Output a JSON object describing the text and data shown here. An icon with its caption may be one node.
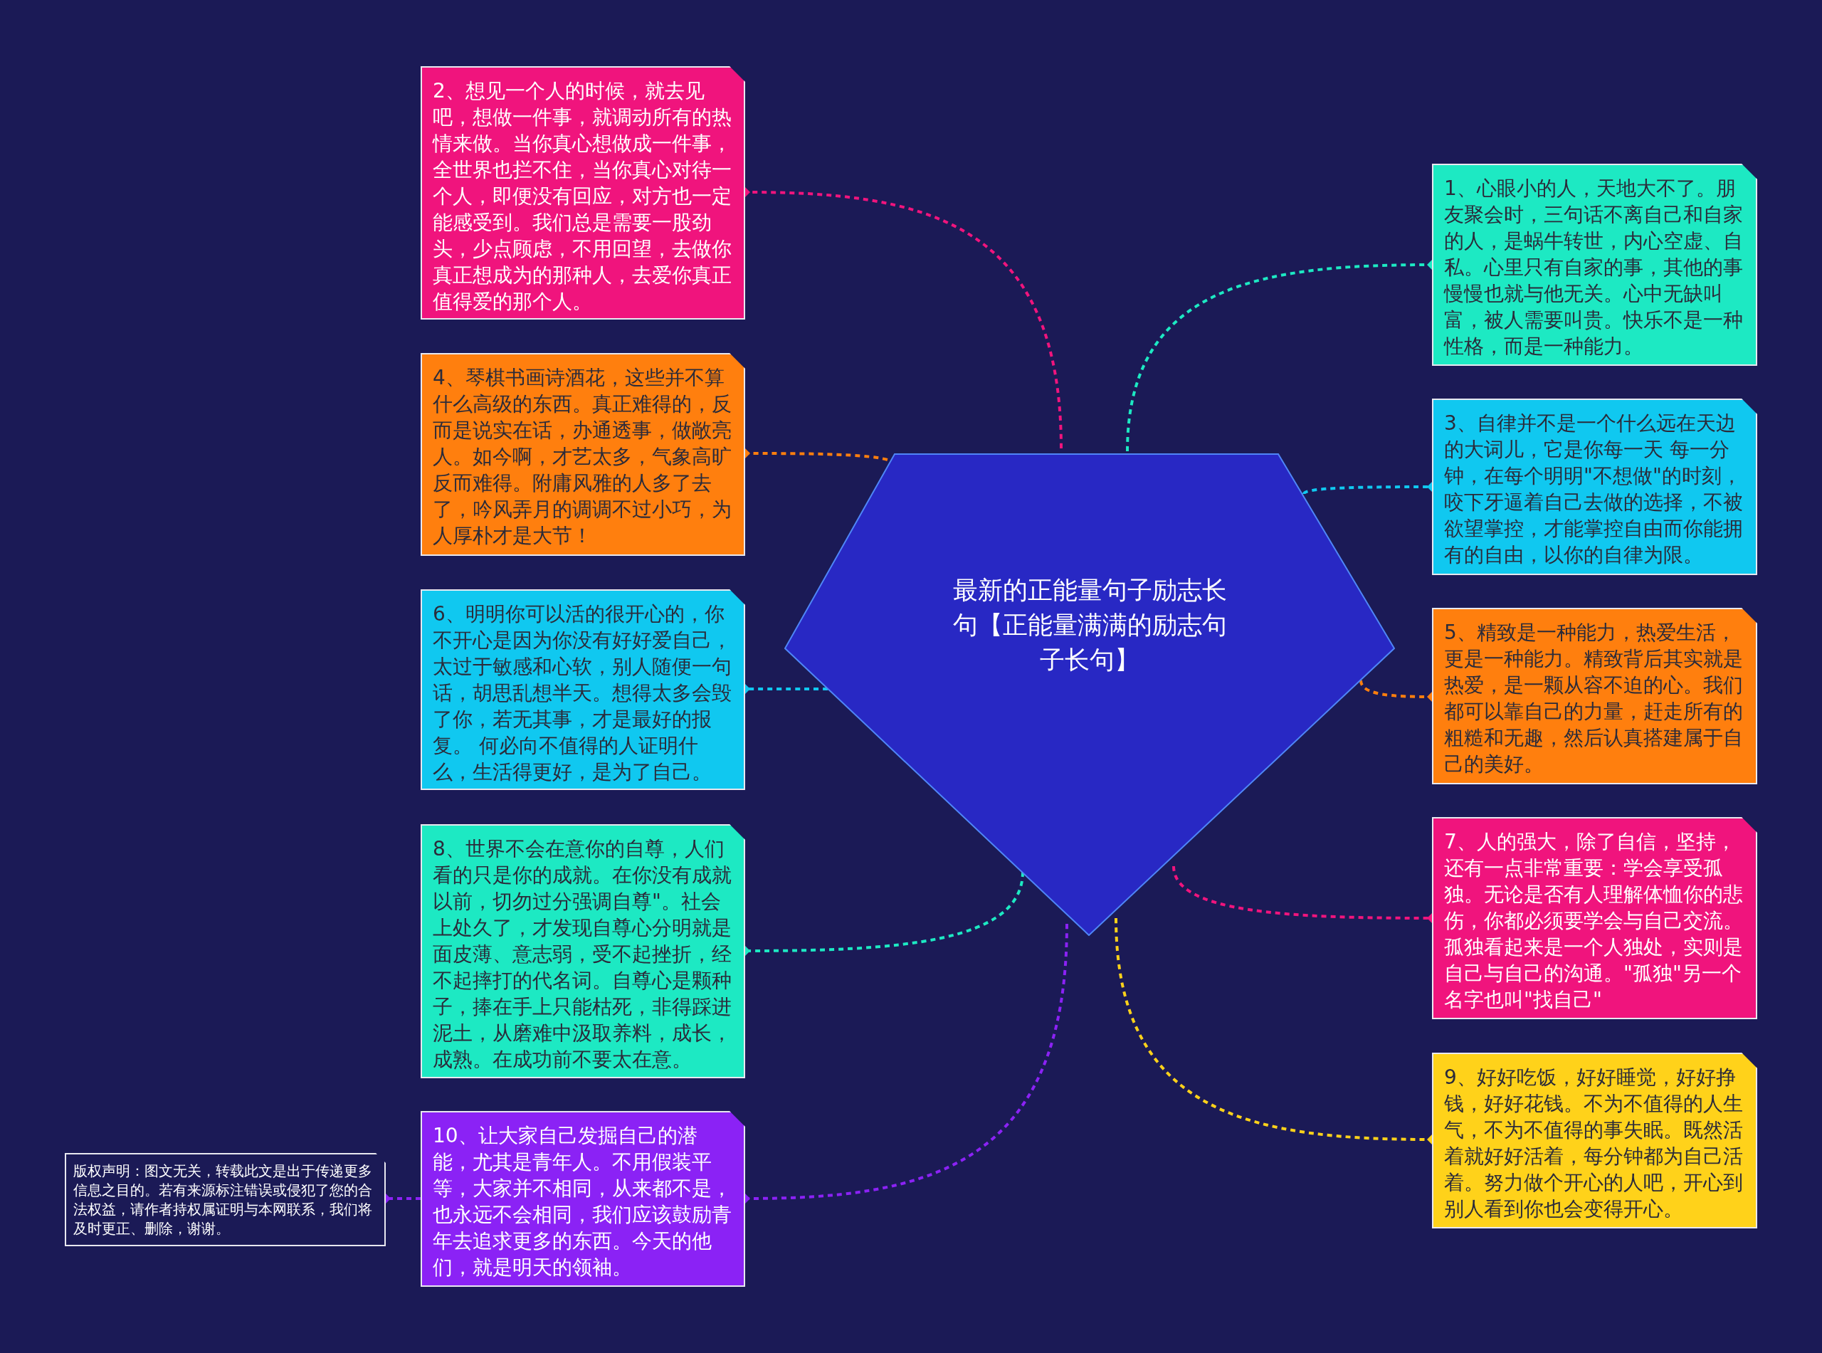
{
  "diagram": {
    "nodes": [
      {
        "text": [
          "最新的正能量句子励志长句【正能量满满的励志句子长句】"
        ]
      },
      {
        "text": [
          "1、心眼小的人，天地大不了。朋友聚会时，三句话不离自己和自家的人，是蜗牛转世，内心空虚、自私。心里只有自家的事，其他的事慢慢也就与他无关。心中无缺叫富，被人需要叫贵。快乐不是一种性格，而是一种能力。"
        ]
      },
      {
        "text": [
          "2、想见一个人的时候，就去见吧，想做一件事，就调动所有的热情来做。当你真心想做成一件事，全世界也拦不住，当你真心对待一个人，即便没有回应，对方也一定能感受到。我们总是需要一股劲头，少点顾虑，不用回望，去做你真正想成为的那种人，去爱你真正值得爱的那个人。"
        ]
      },
      {
        "text": [
          "3、自律并不是一个什么远在天边的大词儿，它是你每一天 每一分钟，在每个明明\"不想做\"的时刻，咬下牙逼着自己去做的选择，不被欲望掌控，才能掌控自由而你能拥有的自由，以你的自律为限。"
        ]
      },
      {
        "text": [
          "4、琴棋书画诗酒花，这些并不算什么高级的东西。真正难得的，反而是说实在话，办通透事，做敞亮人。如今啊，才艺太多，气象高旷反而难得。附庸风雅的人多了去了，吟风弄月的调调不过小巧，为人厚朴才是大节！"
        ]
      },
      {
        "text": [
          "5、精致是一种能力，热爱生活，更是一种能力。精致背后其实就是热爱，是一颗从容不迫的心。我们都可以靠自己的力量，赶走所有的粗糙和无趣，然后认真搭建属于自己的美好。"
        ]
      },
      {
        "text": [
          "6、明明你可以活的很开心的，你不开心是因为你没有好好爱自己，太过于敏感和心软，别人随便一句话，胡思乱想半天。想得太多会毁了你，若无其事，才是最好的报复。 何必向不值得的人证明什么，生活得更好，是为了自己。"
        ]
      },
      {
        "text": [
          "7、人的强大，除了自信，坚持，还有一点非常重要：学会享受孤独。无论是否有人理解体恤你的悲伤，你都必须要学会与自己交流。孤独看起来是一个人独处，实则是自己与自己的沟通。\"孤独\"另一个名字也叫\"找自己\""
        ]
      },
      {
        "text": [
          "8、世界不会在意你的自尊，人们看的只是你的成就。在你没有成就以前，切勿过分强调自尊\"。社会上处久了，才发现自尊心分明就是面皮薄、意志弱，受不起挫折，经不起摔打的代名词。自尊心是颗种子，捧在手上只能枯死，非得踩进泥土，从磨难中汲取养料，成长，成熟。在成功前不要太在意。"
        ]
      },
      {
        "text": [
          "9、好好吃饭，好好睡觉，好好挣钱，好好花钱。不为不值得的人生气，不为不值得的事失眠。既然活着就好好活着，每分钟都为自己活着。努力做个开心的人吧，开心到别人看到你也会变得开心。"
        ]
      },
      {
        "text": [
          "10、让大家自己发掘自己的潜能，尤其是青年人。不用假装平等，大家并不相同，从来都不是，也永远不会相同，我们应该鼓励青年去追求更多的东西。今天的他们，就是明天的领袖。"
        ]
      },
      {
        "text": [
          "版权声明：图文无关，转载此文是出于传递更多信息之目的。若有来源标注错误或侵犯了您的合法权益，请作者持权属证明与本网联系，我们将及时更正、删除，谢谢。"
        ]
      }
    ],
    "edges": [
      {
        "from": 0,
        "to": 1,
        "arrow": "other",
        "style": "dashed",
        "color": "#1de9c3"
      },
      {
        "from": 0,
        "to": 2,
        "arrow": "other",
        "style": "dashed",
        "color": "#f0147d"
      },
      {
        "from": 0,
        "to": 3,
        "arrow": "other",
        "style": "dashed",
        "color": "#10c8f0"
      },
      {
        "from": 0,
        "to": 4,
        "arrow": "other",
        "style": "dashed",
        "color": "#ff7f0e"
      },
      {
        "from": 0,
        "to": 5,
        "arrow": "other",
        "style": "dashed",
        "color": "#ff7f0e"
      },
      {
        "from": 0,
        "to": 6,
        "arrow": "other",
        "style": "dashed",
        "color": "#10c8f0"
      },
      {
        "from": 0,
        "to": 7,
        "arrow": "other",
        "style": "dashed",
        "color": "#f0147d"
      },
      {
        "from": 0,
        "to": 8,
        "arrow": "other",
        "style": "dashed",
        "color": "#1de9c3"
      },
      {
        "from": 0,
        "to": 9,
        "arrow": "other",
        "style": "dashed",
        "color": "#ffd21a"
      },
      {
        "from": 0,
        "to": 10,
        "arrow": "other",
        "style": "dashed",
        "color": "#8b22f5"
      },
      {
        "from": 10,
        "to": 11,
        "arrow": "other",
        "style": "dashed",
        "color": "#8b22f5"
      }
    ]
  }
}
